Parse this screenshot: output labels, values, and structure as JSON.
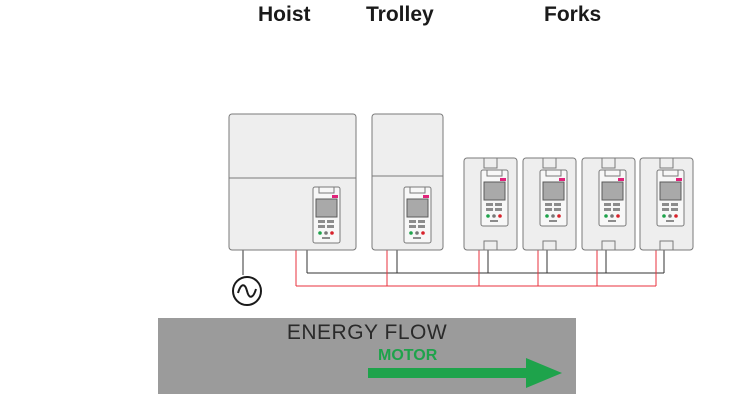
{
  "headings": {
    "hoist": "Hoist",
    "trolley": "Trolley",
    "forks": "Forks"
  },
  "energy_banner": {
    "title": "ENERGY FLOW",
    "direction_label": "MOTOR"
  },
  "colors": {
    "dc_bus": "#e8323c",
    "wiring": "#333333",
    "drive_body": "#eeeeee",
    "drive_outline": "#7a7a7a",
    "keypad_accent": "#e0237a",
    "banner": "#9b9b9b",
    "arrow": "#1ea34b"
  },
  "icons": {
    "supply": "ac-supply-icon",
    "flow": "arrow-right-icon"
  },
  "drives": [
    {
      "group": "hoist",
      "type": "large drive"
    },
    {
      "group": "trolley",
      "type": "medium drive"
    },
    {
      "group": "forks",
      "type": "compact drive"
    },
    {
      "group": "forks",
      "type": "compact drive"
    },
    {
      "group": "forks",
      "type": "compact drive"
    },
    {
      "group": "forks",
      "type": "compact drive"
    }
  ]
}
